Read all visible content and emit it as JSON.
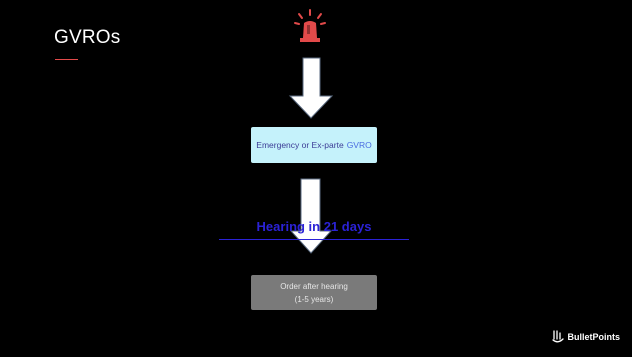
{
  "slide": {
    "title": "GVROs",
    "accent_color": "#e24a4a"
  },
  "icons": {
    "alarm": "emergency-alarm-icon",
    "brand": "bulletpoints-logo-icon"
  },
  "flow": {
    "step1": {
      "label_part1": "Emergency or Ex-parte",
      "label_part2": "GVRO"
    },
    "transition": {
      "label": "Hearing in 21 days"
    },
    "step2": {
      "line1": "Order after hearing",
      "line2": "(1-5 years)"
    }
  },
  "footer": {
    "brand": "BulletPoints"
  }
}
